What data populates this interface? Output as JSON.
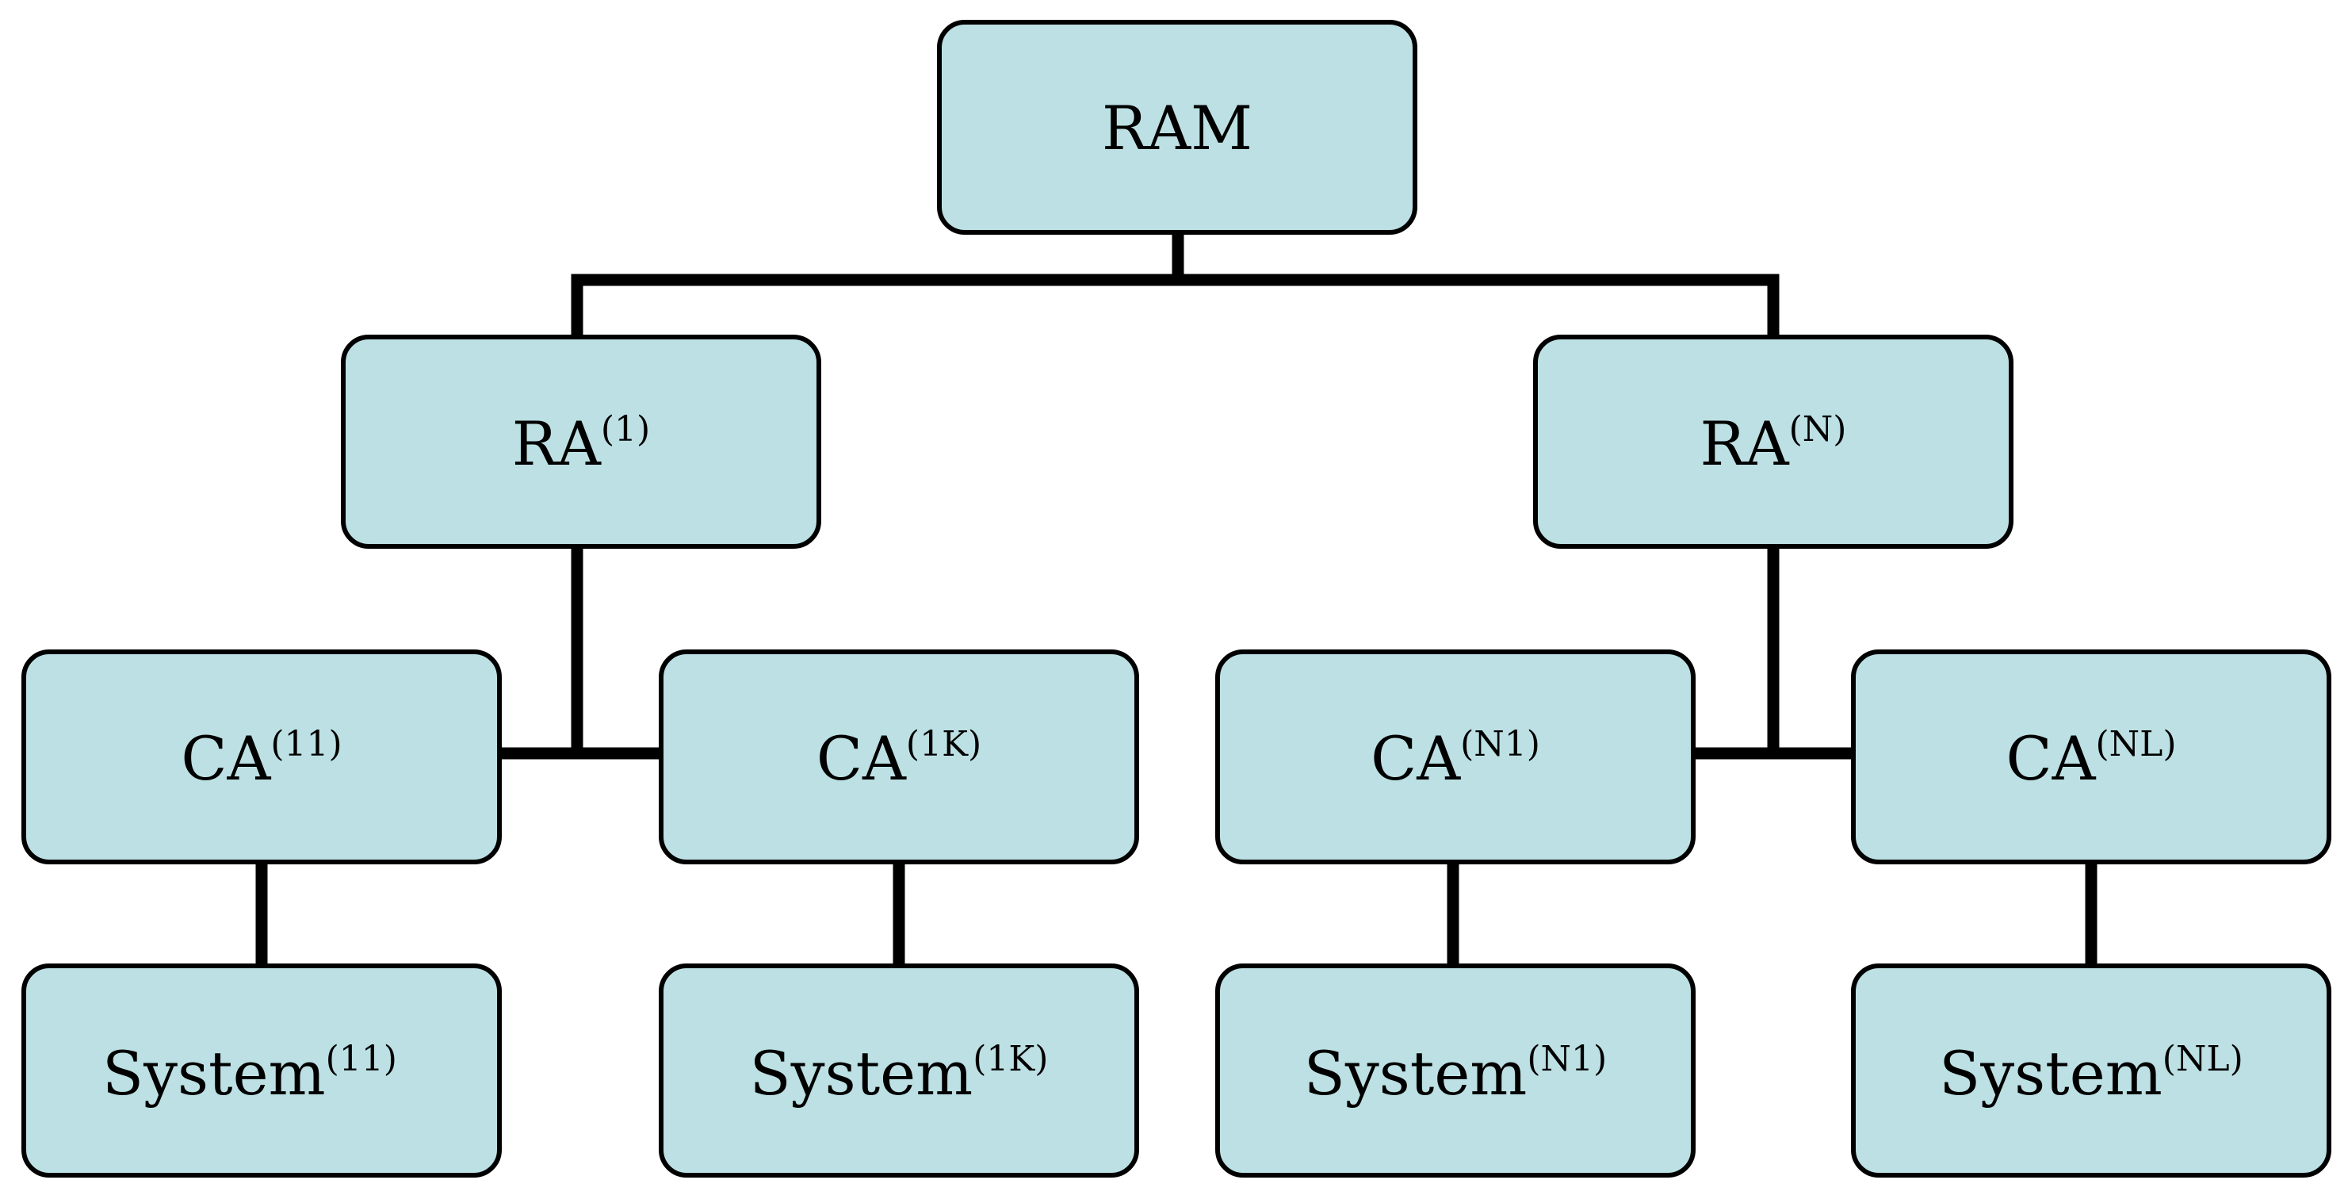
{
  "colors": {
    "box_fill": "#bce0e3",
    "box_stroke": "#000000",
    "line": "#000000"
  },
  "nodes": {
    "ram": {
      "label": "RAM",
      "sup": ""
    },
    "ra_1": {
      "label": "RA",
      "sup": "(1)"
    },
    "ra_n": {
      "label": "RA",
      "sup": "(N)"
    },
    "ca_11": {
      "label": "CA",
      "sup": "(11)"
    },
    "ca_1k": {
      "label": "CA",
      "sup": "(1K)"
    },
    "ca_n1": {
      "label": "CA",
      "sup": "(N1)"
    },
    "ca_nl": {
      "label": "CA",
      "sup": "(NL)"
    },
    "system_11": {
      "label": "System",
      "sup": "(11)"
    },
    "system_1k": {
      "label": "System",
      "sup": "(1K)"
    },
    "system_n1": {
      "label": "System",
      "sup": "(N1)"
    },
    "system_nl": {
      "label": "System",
      "sup": "(NL)"
    }
  },
  "edges": [
    [
      "ram",
      "ra_1"
    ],
    [
      "ram",
      "ra_n"
    ],
    [
      "ra_1",
      "ca_11"
    ],
    [
      "ra_1",
      "ca_1k"
    ],
    [
      "ra_n",
      "ca_n1"
    ],
    [
      "ra_n",
      "ca_nl"
    ],
    [
      "ca_11",
      "system_11"
    ],
    [
      "ca_1k",
      "system_1k"
    ],
    [
      "ca_n1",
      "system_n1"
    ],
    [
      "ca_nl",
      "system_nl"
    ]
  ]
}
